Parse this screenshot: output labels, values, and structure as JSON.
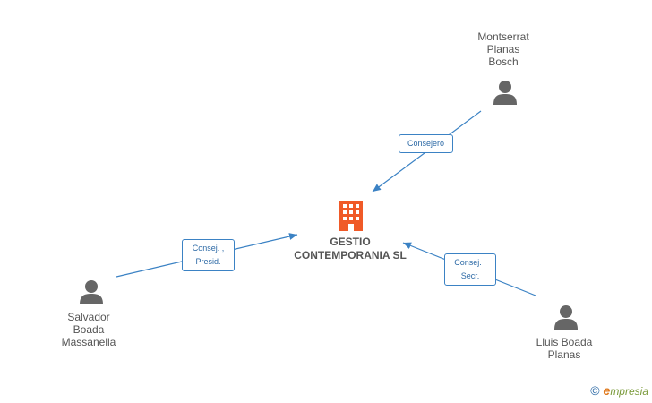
{
  "company": {
    "name_line1": "GESTIO",
    "name_line2": "CONTEMPORANIA SL",
    "color": "#f05a28"
  },
  "people": [
    {
      "id": "montserrat",
      "lines": [
        "Montserrat",
        "Planas",
        "Bosch"
      ]
    },
    {
      "id": "salvador",
      "lines": [
        "Salvador",
        "Boada",
        "Massanella"
      ]
    },
    {
      "id": "lluis",
      "lines": [
        "Lluis Boada",
        "Planas"
      ]
    }
  ],
  "edges": [
    {
      "from": "montserrat",
      "lines": [
        "Consejero"
      ]
    },
    {
      "from": "salvador",
      "lines": [
        "Consej. ,",
        "Presid."
      ]
    },
    {
      "from": "lluis",
      "lines": [
        "Consej. ,",
        "Secr."
      ]
    }
  ],
  "colors": {
    "edge": "#3b82c4",
    "person_icon": "#666666"
  },
  "watermark": {
    "symbol": "©",
    "brand_initial": "e",
    "brand_rest": "mpresia"
  }
}
